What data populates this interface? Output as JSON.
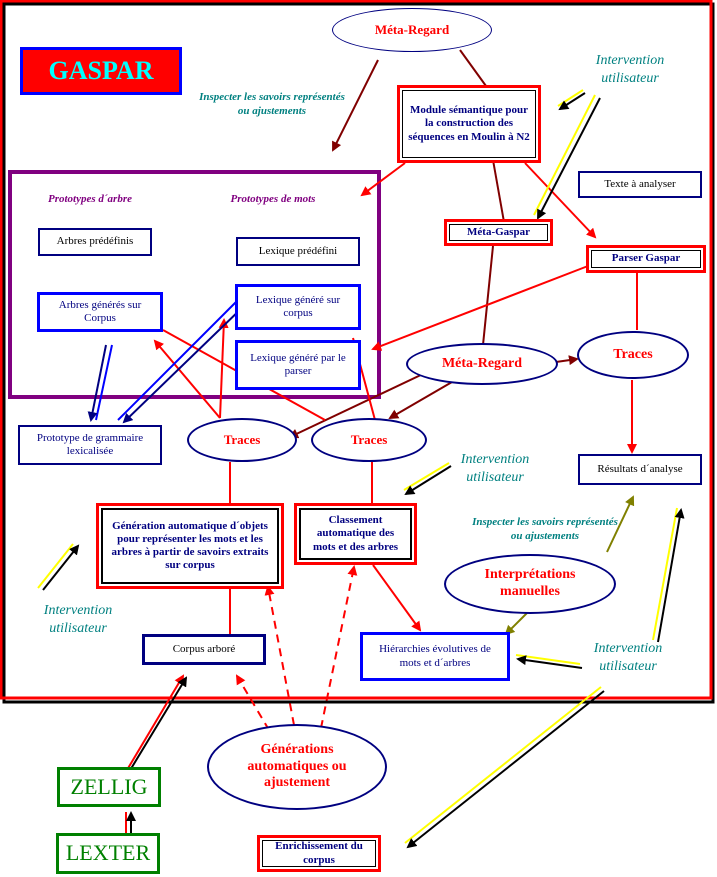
{
  "title": "GASPAR",
  "nodes": {
    "meta_regard_top": "Méta-Regard",
    "meta_regard_mid": "Méta-Regard",
    "module_semantique": "Module sémantique pour la construction des séquences en Moulin à N2",
    "meta_gaspar": "Méta-Gaspar",
    "texte_a_analyser": "Texte à analyser",
    "parser_gaspar": "Parser Gaspar",
    "traces_right": "Traces",
    "traces_left": "Traces",
    "traces_center": "Traces",
    "resultats": "Résultats d´analyse",
    "arbres_predefinis": "Arbres prédéfinis",
    "lexique_predefini": "Lexique prédéfini",
    "arbres_generes": "Arbres générés sur Corpus",
    "lexique_genere_corpus": "Lexique généré sur corpus",
    "lexique_genere_parser": "Lexique généré par le parser",
    "prototype_grammaire": "Prototype de grammaire lexicalisée",
    "generation_auto": "Génération automatique d´objets pour représenter les mots et les arbres à partir de savoirs extraits sur corpus",
    "classement_auto": "Classement automatique des mots et des arbres",
    "interpretations": "Interprétations manuelles",
    "hierarchies": "Hiérarchies évolutives de mots et d´arbres",
    "corpus_arbore": "Corpus arboré",
    "generations_auto": "Générations automatiques ou ajustement",
    "zellig": "ZELLIG",
    "lexter": "LEXTER",
    "enrichissement": "Enrichissement du corpus"
  },
  "labels": {
    "prototypes_arbre": "Prototypes d´arbre",
    "prototypes_mots": "Prototypes de mots",
    "inspecter_1": "Inspecter les savoirs représentés ou ajustements",
    "inspecter_2": "Inspecter les savoirs représentés ou ajustements",
    "intervention_1": "Intervention utilisateur",
    "intervention_2": "Intervention utilisateur",
    "intervention_3": "Intervention utilisateur",
    "intervention_4": "Intervention utilisateur"
  },
  "colors": {
    "red": "#ff0000",
    "navy": "#000080",
    "blue": "#0000ff",
    "dark_red": "#800000",
    "purple": "#800080",
    "teal": "#008080",
    "green": "#008000",
    "yellow": "#ffff00",
    "olive": "#808000"
  }
}
